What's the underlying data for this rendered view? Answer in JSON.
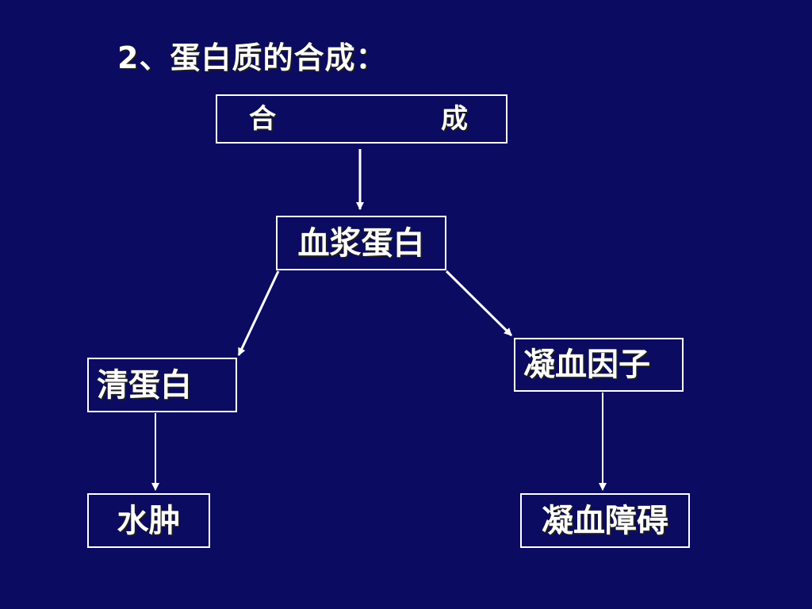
{
  "title": "2、蛋白质的合成：",
  "nodes": {
    "synthesis": {
      "left": "合",
      "right": "成"
    },
    "plasma_protein": "血浆蛋白",
    "albumin": "清蛋白",
    "clotting_factor": "凝血因子",
    "edema": "水肿",
    "coagulation_disorder": "凝血障碍"
  },
  "colors": {
    "background": "#0b0b61",
    "foreground": "#ffffff"
  }
}
